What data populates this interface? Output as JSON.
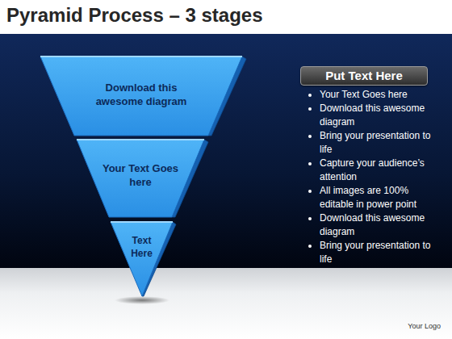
{
  "diagram": {
    "title": "Pyramid Process – 3 stages",
    "nodes": [
      {
        "text": [
          "Download this awesome diagram"
        ]
      },
      {
        "text": [
          "Your Text Goes here"
        ]
      },
      {
        "text": [
          "Text Here"
        ]
      },
      {
        "text": [
          "Put Text Here"
        ]
      }
    ],
    "labels": [
      "Your Text Goes here",
      "Download this awesome diagram",
      "Bring your presentation to life",
      "Capture your audience’s attention",
      "All images are 100% editable in power point",
      "Download this awesome diagram",
      "Bring your presentation to life",
      "Your Logo"
    ]
  }
}
